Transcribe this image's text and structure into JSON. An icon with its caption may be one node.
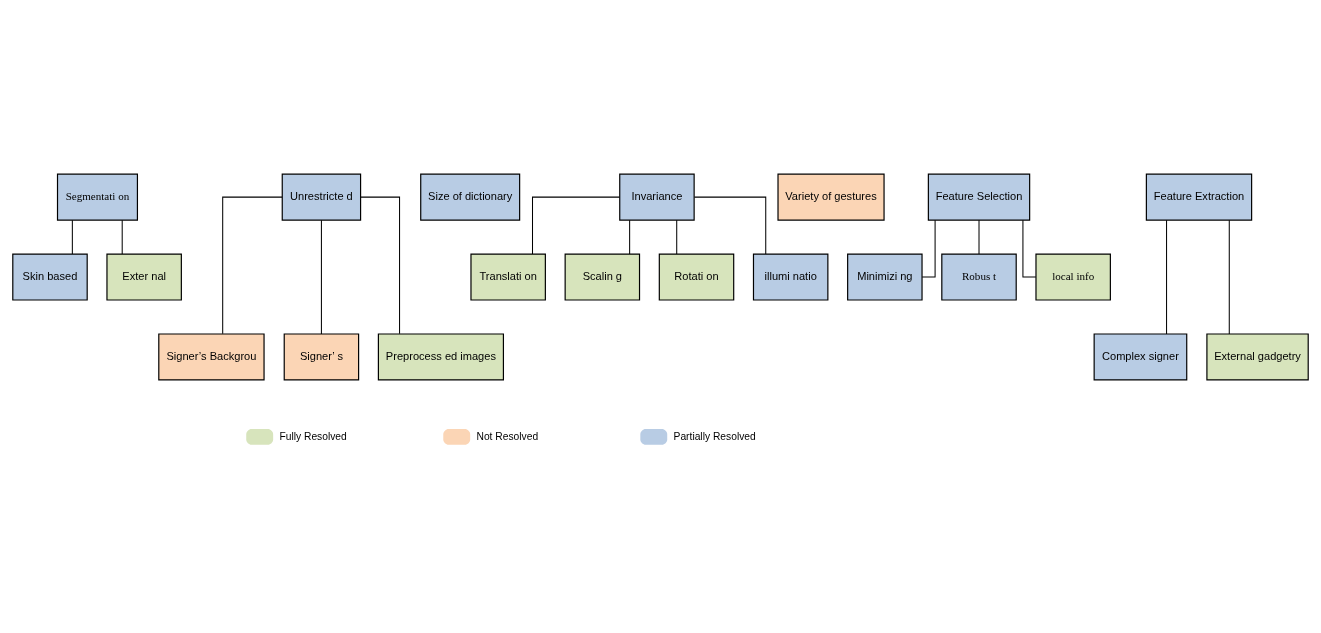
{
  "diagram": {
    "nodes": [
      {
        "text": [
          "Segmentati on"
        ]
      },
      {
        "text": [
          "Unrestricte d"
        ]
      },
      {
        "text": [
          "Size of dictionary"
        ]
      },
      {
        "text": [
          "Invariance"
        ]
      },
      {
        "text": [
          "Variety of gestures"
        ]
      },
      {
        "text": [
          "Feature Selection"
        ]
      },
      {
        "text": [
          "Feature Extraction"
        ]
      },
      {
        "text": [
          "Skin based"
        ]
      },
      {
        "text": [
          "Exter nal"
        ]
      },
      {
        "text": [
          "Translati on"
        ]
      },
      {
        "text": [
          "Scalin g"
        ]
      },
      {
        "text": [
          "Rotati on"
        ]
      },
      {
        "text": [
          "illumi natio"
        ]
      },
      {
        "text": [
          "Minimizi ng"
        ]
      },
      {
        "text": [
          "Robus t"
        ]
      },
      {
        "text": [
          "local info"
        ]
      },
      {
        "text": [
          "Signer’s Backgrou"
        ]
      },
      {
        "text": [
          "Signer’ s"
        ]
      },
      {
        "text": [
          "Preprocess ed images"
        ]
      },
      {
        "text": [
          "Complex signer"
        ]
      },
      {
        "text": [
          "External gadgetry"
        ]
      }
    ],
    "edges": [
      {
        "from": 0,
        "to": 7,
        "arrow": "none"
      },
      {
        "from": 0,
        "to": 8,
        "arrow": "none"
      },
      {
        "from": 3,
        "to": 9,
        "arrow": "none"
      },
      {
        "from": 3,
        "to": 10,
        "arrow": "none"
      },
      {
        "from": 3,
        "to": 11,
        "arrow": "none"
      },
      {
        "from": 3,
        "to": 12,
        "arrow": "none"
      },
      {
        "from": 5,
        "to": 13,
        "arrow": "none"
      },
      {
        "from": 5,
        "to": 14,
        "arrow": "none"
      },
      {
        "from": 5,
        "to": 15,
        "arrow": "none"
      },
      {
        "from": 1,
        "to": 16,
        "arrow": "none"
      },
      {
        "from": 1,
        "to": 17,
        "arrow": "none"
      },
      {
        "from": 1,
        "to": 18,
        "arrow": "none"
      },
      {
        "from": 6,
        "to": 19,
        "arrow": "none"
      },
      {
        "from": 6,
        "to": 20,
        "arrow": "none"
      }
    ],
    "legend": [
      {
        "text": "Fully Resolved",
        "color": "#d7e4bc"
      },
      {
        "text": "Not Resolved",
        "color": "#fbd5b5"
      },
      {
        "text": "Partially Resolved",
        "color": "#b8cce4"
      }
    ]
  }
}
